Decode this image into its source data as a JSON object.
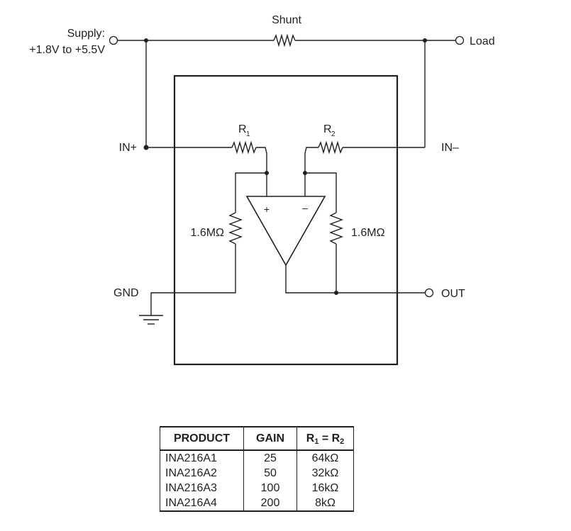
{
  "labels": {
    "supply_line1": "Supply:",
    "supply_line2": "+1.8V to +5.5V",
    "shunt": "Shunt",
    "load": "Load",
    "in_plus": "IN+",
    "in_minus": "IN–",
    "gnd": "GND",
    "out": "OUT",
    "r1_letter": "R",
    "r1_sub": "1",
    "r2_letter": "R",
    "r2_sub": "2",
    "res_left": "1.6MΩ",
    "res_right": "1.6MΩ",
    "opamp_plus": "+",
    "opamp_minus": "–"
  },
  "table": {
    "headers": {
      "product": "PRODUCT",
      "gain": "GAIN",
      "r_letter_a": "R",
      "r_sub_a": "1",
      "r_eq": " = ",
      "r_letter_b": "R",
      "r_sub_b": "2"
    },
    "rows": [
      {
        "product": "INA216A1",
        "gain": "25",
        "r": "64kΩ"
      },
      {
        "product": "INA216A2",
        "gain": "50",
        "r": "32kΩ"
      },
      {
        "product": "INA216A3",
        "gain": "100",
        "r": "16kΩ"
      },
      {
        "product": "INA216A4",
        "gain": "200",
        "r": "8kΩ"
      }
    ]
  }
}
